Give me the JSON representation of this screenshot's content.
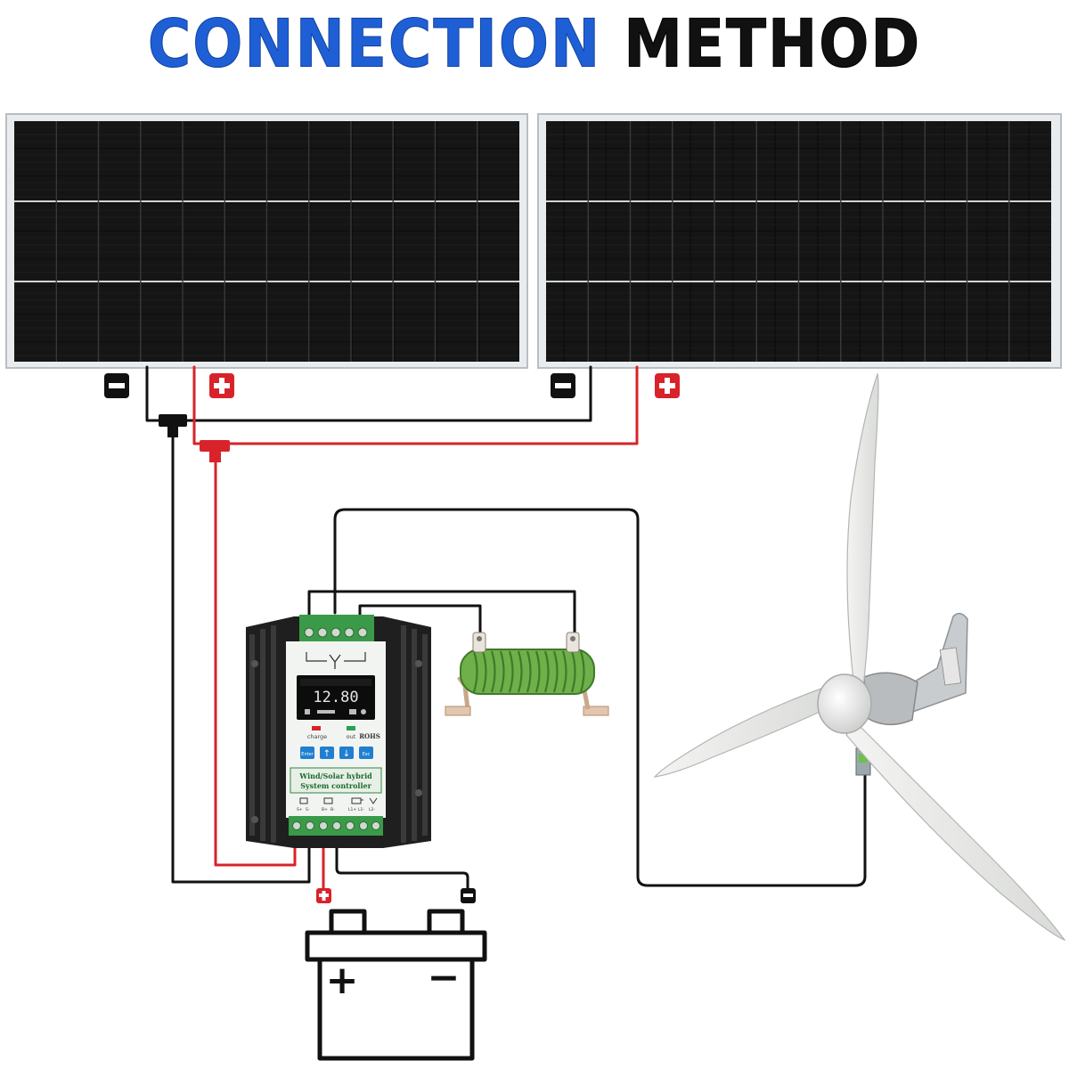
{
  "title": {
    "part1": "CONNECTION",
    "part2": "METHOD"
  },
  "colors": {
    "title_blue": "#1f5fd6",
    "positive_wire": "#d8232a",
    "negative_wire": "#111111",
    "resistor_green": "#6fb04a",
    "controller_body": "#2a2a2a",
    "panel_cells": "#111111"
  },
  "terminal_symbols": {
    "positive": "+",
    "negative": "−"
  },
  "controller": {
    "lcd_value": "12.80",
    "led_charge": "charge",
    "led_out": "out",
    "rohs_mark": "ROHS",
    "buttons": [
      "Enter",
      "↑",
      "↓",
      "Esc"
    ],
    "label_line1": "Wind/Solar hybrid",
    "label_line2": "System controller",
    "bottom_terminals": [
      "S+",
      "S-",
      "B+",
      "B-",
      "L1+",
      "L1-",
      "L2-"
    ]
  },
  "battery": {
    "plus": "+",
    "minus": "−"
  },
  "icons": [
    "solar-panel-icon",
    "wind-turbine-icon",
    "battery-icon",
    "dump-load-resistor-icon",
    "charge-controller-icon"
  ]
}
